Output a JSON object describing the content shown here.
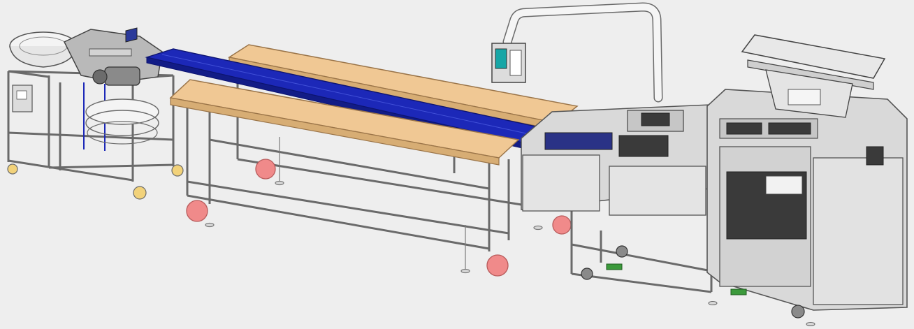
{
  "colors": {
    "background": "#eeeeee",
    "frame": "#c9c9c9",
    "frame_stroke": "#6a6a6a",
    "tabletop": "#f0c894",
    "tabletop_stroke": "#9a7448",
    "conveyor_belt": "#1c28b8",
    "machine_panel": "#d9d9d9",
    "machine_panel_dark": "#b8b8b8",
    "grille": "#3a3a3a",
    "caster_wheel": "#f08a8a",
    "caster_wheel_yellow": "#f2d27a",
    "display_screen": "#17a6a6",
    "hopper": "#e8e8e8"
  },
  "components": {
    "bowl_feeder": "vibratory-bowl-feeder",
    "feeder_stand": "feeder-stand",
    "blue_conveyor": "blue-conveyor-belt",
    "workbench_back": "workbench-rear",
    "workbench_front": "workbench-front",
    "machine_main": "packaging-machine",
    "hopper": "top-hopper",
    "control_box": "control-box",
    "exhaust_duct": "exhaust-duct"
  }
}
